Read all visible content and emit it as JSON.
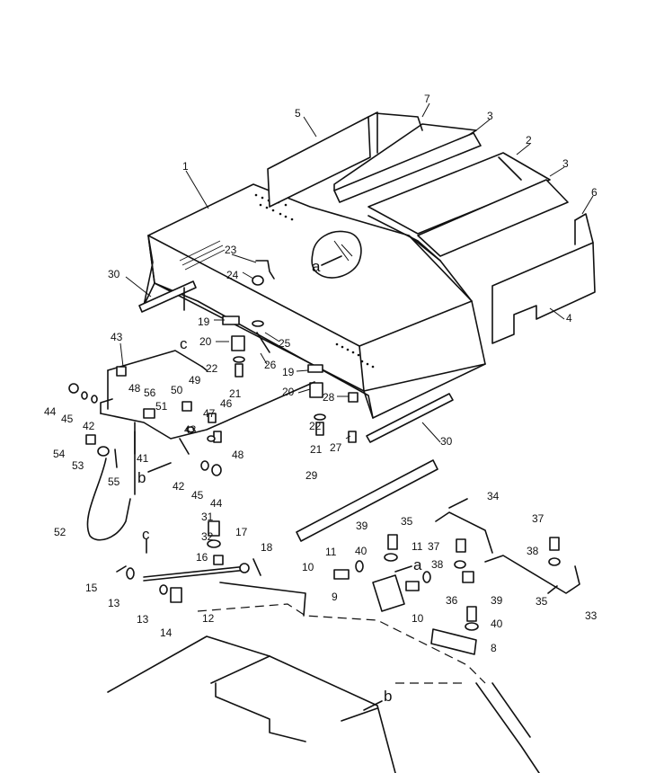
{
  "callouts": [
    {
      "id": "1",
      "text": "1"
    },
    {
      "id": "2",
      "text": "2"
    },
    {
      "id": "3a",
      "text": "3"
    },
    {
      "id": "3b",
      "text": "3"
    },
    {
      "id": "4",
      "text": "4"
    },
    {
      "id": "5",
      "text": "5"
    },
    {
      "id": "6",
      "text": "6"
    },
    {
      "id": "7",
      "text": "7"
    },
    {
      "id": "8",
      "text": "8"
    },
    {
      "id": "9",
      "text": "9"
    },
    {
      "id": "10a",
      "text": "10"
    },
    {
      "id": "10b",
      "text": "10"
    },
    {
      "id": "11a",
      "text": "11"
    },
    {
      "id": "11b",
      "text": "11"
    },
    {
      "id": "12",
      "text": "12"
    },
    {
      "id": "13a",
      "text": "13"
    },
    {
      "id": "13b",
      "text": "13"
    },
    {
      "id": "14",
      "text": "14"
    },
    {
      "id": "15",
      "text": "15"
    },
    {
      "id": "16",
      "text": "16"
    },
    {
      "id": "17",
      "text": "17"
    },
    {
      "id": "18",
      "text": "18"
    },
    {
      "id": "19a",
      "text": "19"
    },
    {
      "id": "19b",
      "text": "19"
    },
    {
      "id": "20a",
      "text": "20"
    },
    {
      "id": "20b",
      "text": "20"
    },
    {
      "id": "21a",
      "text": "21"
    },
    {
      "id": "21b",
      "text": "21"
    },
    {
      "id": "22a",
      "text": "22"
    },
    {
      "id": "22b",
      "text": "22"
    },
    {
      "id": "23",
      "text": "23"
    },
    {
      "id": "24",
      "text": "24"
    },
    {
      "id": "25",
      "text": "25"
    },
    {
      "id": "26",
      "text": "26"
    },
    {
      "id": "27",
      "text": "27"
    },
    {
      "id": "28",
      "text": "28"
    },
    {
      "id": "29",
      "text": "29"
    },
    {
      "id": "30a",
      "text": "30"
    },
    {
      "id": "30b",
      "text": "30"
    },
    {
      "id": "31",
      "text": "31"
    },
    {
      "id": "32",
      "text": "32"
    },
    {
      "id": "33",
      "text": "33"
    },
    {
      "id": "34",
      "text": "34"
    },
    {
      "id": "35a",
      "text": "35"
    },
    {
      "id": "35b",
      "text": "35"
    },
    {
      "id": "36",
      "text": "36"
    },
    {
      "id": "37a",
      "text": "37"
    },
    {
      "id": "37b",
      "text": "37"
    },
    {
      "id": "38a",
      "text": "38"
    },
    {
      "id": "38b",
      "text": "38"
    },
    {
      "id": "39a",
      "text": "39"
    },
    {
      "id": "39b",
      "text": "39"
    },
    {
      "id": "40a",
      "text": "40"
    },
    {
      "id": "40b",
      "text": "40"
    },
    {
      "id": "41",
      "text": "41"
    },
    {
      "id": "42a",
      "text": "42"
    },
    {
      "id": "42b",
      "text": "42"
    },
    {
      "id": "43a",
      "text": "43"
    },
    {
      "id": "43b",
      "text": "43"
    },
    {
      "id": "44a",
      "text": "44"
    },
    {
      "id": "44b",
      "text": "44"
    },
    {
      "id": "45a",
      "text": "45"
    },
    {
      "id": "45b",
      "text": "45"
    },
    {
      "id": "46",
      "text": "46"
    },
    {
      "id": "47",
      "text": "47"
    },
    {
      "id": "48a",
      "text": "48"
    },
    {
      "id": "48b",
      "text": "48"
    },
    {
      "id": "49",
      "text": "49"
    },
    {
      "id": "50",
      "text": "50"
    },
    {
      "id": "51",
      "text": "51"
    },
    {
      "id": "52",
      "text": "52"
    },
    {
      "id": "53",
      "text": "53"
    },
    {
      "id": "54",
      "text": "54"
    },
    {
      "id": "55",
      "text": "55"
    },
    {
      "id": "56",
      "text": "56"
    }
  ],
  "refs": {
    "a1": "a",
    "a2": "a",
    "b1": "b",
    "b2": "b",
    "c1": "c",
    "c2": "c"
  }
}
